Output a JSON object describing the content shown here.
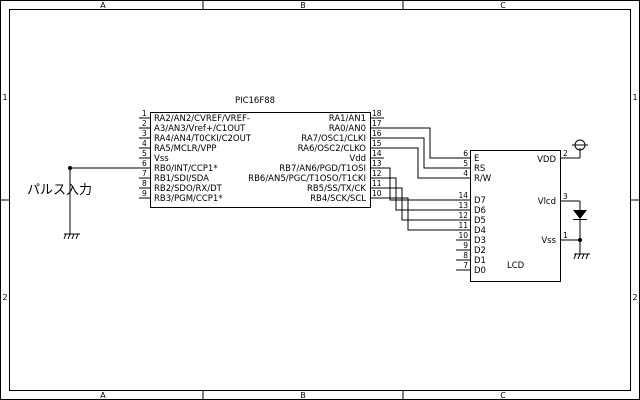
{
  "frame": {
    "columns": [
      "A",
      "B",
      "C"
    ],
    "rows": [
      "1",
      "2"
    ]
  },
  "pic": {
    "name": "PIC16F88",
    "left_pins": [
      {
        "num": "1",
        "label": "RA2/AN2/CVREF/VREF-"
      },
      {
        "num": "2",
        "label": "A3/AN3/Vref+/C1OUT"
      },
      {
        "num": "3",
        "label": "RA4/AN4/T0CKI/C2OUT"
      },
      {
        "num": "4",
        "label": "RA5/MCLR/VPP"
      },
      {
        "num": "5",
        "label": "Vss"
      },
      {
        "num": "6",
        "label": "RB0/INT/CCP1*"
      },
      {
        "num": "7",
        "label": "RB1/SDI/SDA"
      },
      {
        "num": "8",
        "label": "RB2/SDO/RX/DT"
      },
      {
        "num": "9",
        "label": "RB3/PGM/CCP1*"
      }
    ],
    "right_pins": [
      {
        "num": "18",
        "label": "RA1/AN1"
      },
      {
        "num": "17",
        "label": "RA0/AN0"
      },
      {
        "num": "16",
        "label": "RA7/OSC1/CLKI"
      },
      {
        "num": "15",
        "label": "RA6/OSC2/CLKO"
      },
      {
        "num": "14",
        "label": "Vdd"
      },
      {
        "num": "13",
        "label": "RB7/AN6/PGD/T1OSI"
      },
      {
        "num": "12",
        "label": "RB6/AN5/PGC/T1OSO/T1CKI"
      },
      {
        "num": "11",
        "label": "RB5/SS/TX/CK"
      },
      {
        "num": "10",
        "label": "RB4/SCK/SCL"
      }
    ]
  },
  "lcd": {
    "name": "LCD",
    "left_pins": [
      {
        "num": "6",
        "label": "E"
      },
      {
        "num": "5",
        "label": "RS"
      },
      {
        "num": "4",
        "label": "R/W"
      },
      {
        "num": "14",
        "label": "D7"
      },
      {
        "num": "13",
        "label": "D6"
      },
      {
        "num": "12",
        "label": "D5"
      },
      {
        "num": "11",
        "label": "D4"
      },
      {
        "num": "10",
        "label": "D3"
      },
      {
        "num": "9",
        "label": "D2"
      },
      {
        "num": "8",
        "label": "D1"
      },
      {
        "num": "7",
        "label": "D0"
      }
    ],
    "right_pins": [
      {
        "num": "2",
        "label": "VDD"
      },
      {
        "num": "3",
        "label": "Vlcd"
      },
      {
        "num": "1",
        "label": "Vss"
      }
    ]
  },
  "input_label": "パルス入力"
}
